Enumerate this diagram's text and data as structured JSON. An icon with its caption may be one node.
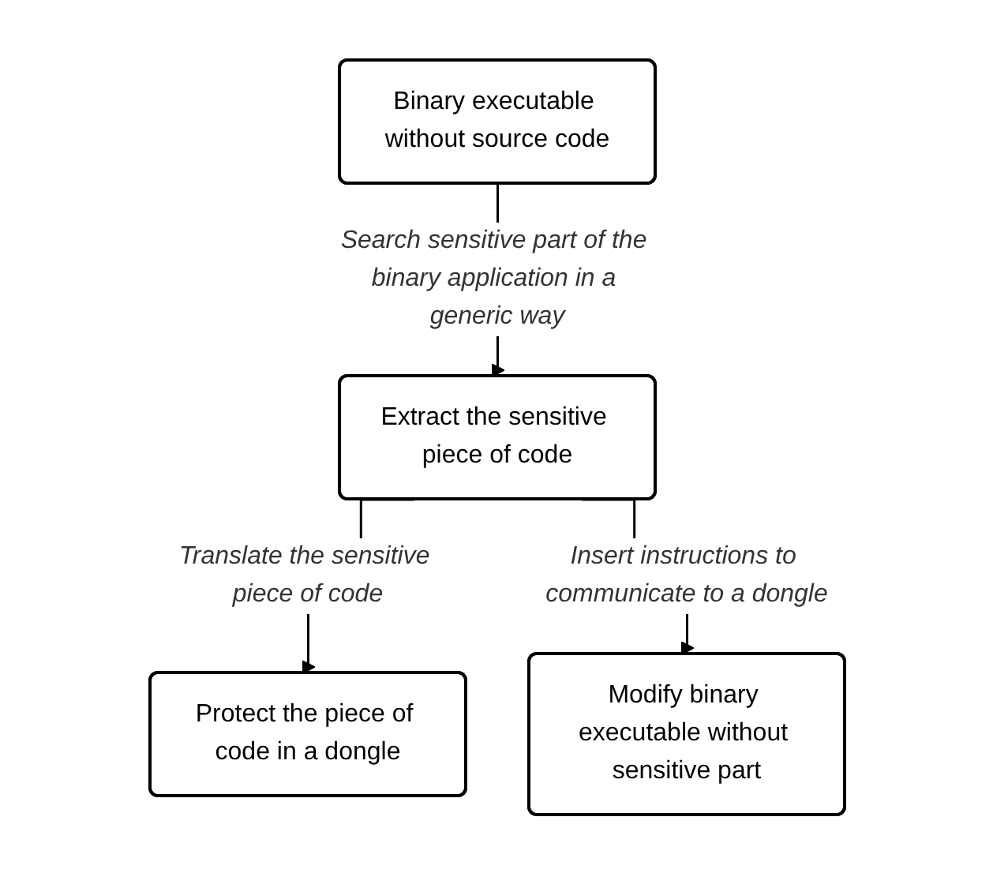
{
  "diagram": {
    "nodes": [
      {
        "text": [
          "Binary executable without source code"
        ]
      },
      {
        "text": [
          "Extract the sensitive piece of code"
        ]
      },
      {
        "text": [
          "Protect the piece of code in a dongle"
        ]
      },
      {
        "text": [
          "Modify binary executable without sensitive part"
        ]
      }
    ],
    "edges": [
      {
        "from": 0,
        "to": 1,
        "arrow": "to",
        "label": "Search sensitive part of the binary application in a generic way"
      },
      {
        "from": 1,
        "to": 2,
        "arrow": "to",
        "label": "Translate the sensitive piece of code"
      },
      {
        "from": 1,
        "to": 3,
        "arrow": "to",
        "label": "Insert instructions to communicate to a dongle"
      }
    ]
  }
}
